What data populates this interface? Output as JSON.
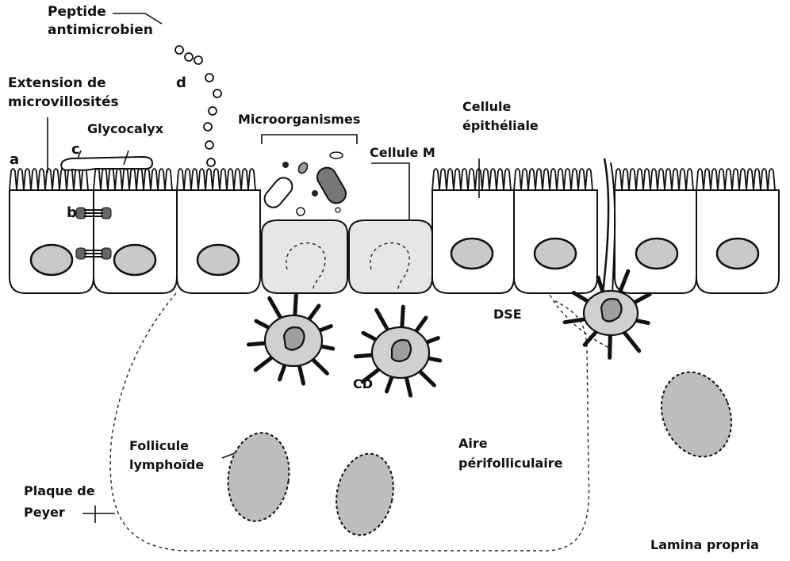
{
  "labels": {
    "peptide_line1": "Peptide",
    "peptide_line2": "antimicrobien",
    "extension_line1": "Extension de",
    "extension_line2": "microvillosités",
    "glycocalyx": "Glycocalyx",
    "microorganismes": "Microorganismes",
    "cellule_m": "Cellule M",
    "cellule_epi_line1": "Cellule",
    "cellule_epi_line2": "épithéliale",
    "dse": "DSE",
    "cd": "CD",
    "follicule_line1": "Follicule",
    "follicule_line2": "lymphoïde",
    "aire_line1": "Aire",
    "aire_line2": "périfolliculaire",
    "plaque_line1": "Plaque de",
    "plaque_line2": "Peyer",
    "lamina": "Lamina propria"
  },
  "letters": {
    "a": "a",
    "b": "b",
    "c": "c",
    "d": "d"
  },
  "colors": {
    "outline": "#111111",
    "nucleus": "#c9c9c9",
    "m_cell": "#e6e6e6",
    "follicle": "#bdbdbd",
    "dendritic_cell": "#d0d0d0"
  }
}
